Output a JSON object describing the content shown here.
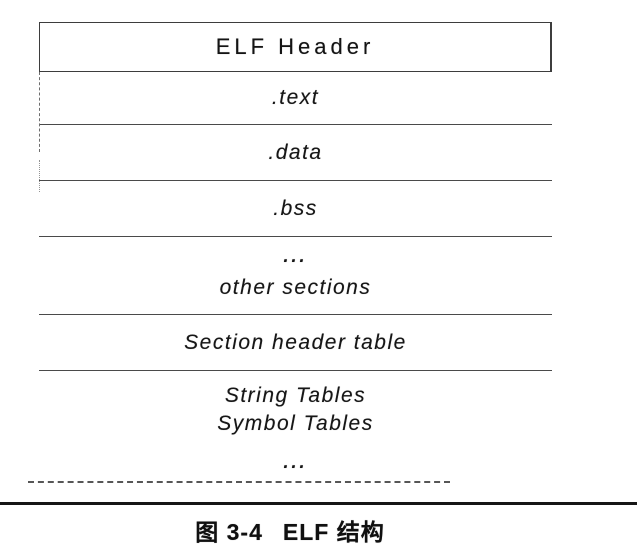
{
  "figure": {
    "header": {
      "label": "ELF Header"
    },
    "rows": [
      {
        "label": ".text"
      },
      {
        "label": ".data"
      },
      {
        "label": ".bss"
      },
      {
        "label": "..."
      },
      {
        "label": "other sections"
      },
      {
        "label": "Section header table"
      },
      {
        "label": "String Tables"
      },
      {
        "label": "Symbol Tables"
      },
      {
        "label": "..."
      }
    ]
  },
  "caption": {
    "figure_number": "图 3-4",
    "title": "ELF 结构"
  },
  "colors": {
    "ink": "#1a1a1a",
    "line": "#4a4a4a",
    "rule": "#161616",
    "background": "#ffffff"
  }
}
